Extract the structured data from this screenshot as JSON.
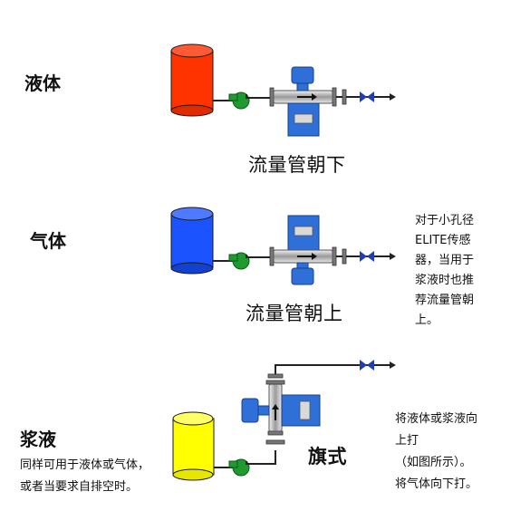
{
  "sections": {
    "liquid": {
      "label": "液体",
      "caption": "流量管朝下"
    },
    "gas": {
      "label": "气体",
      "caption": "流量管朝上"
    },
    "slurry": {
      "label": "浆液",
      "caption": "旗式",
      "note_lines": [
        "同样可用于液体或气体，",
        "或者当要求自排空时。"
      ]
    }
  },
  "side_notes": {
    "gas_note_lines": [
      "对于小孔径",
      "ELITE传感",
      "器，当用于",
      "浆液时也推",
      "荐流量管朝",
      "上。"
    ],
    "slurry_note_lines": [
      "将液体或浆液向",
      "上打",
      "（如图所示）。",
      "将气体向下打。"
    ]
  },
  "colors": {
    "liquid_tank": "#ff3300",
    "gas_tank": "#1a53ff",
    "slurry_tank": "#ffff00",
    "pump": "#1f9a2f",
    "meter_blue": "#2f6fd8",
    "valve": "#1f3fb0",
    "pipe": "#222222"
  }
}
